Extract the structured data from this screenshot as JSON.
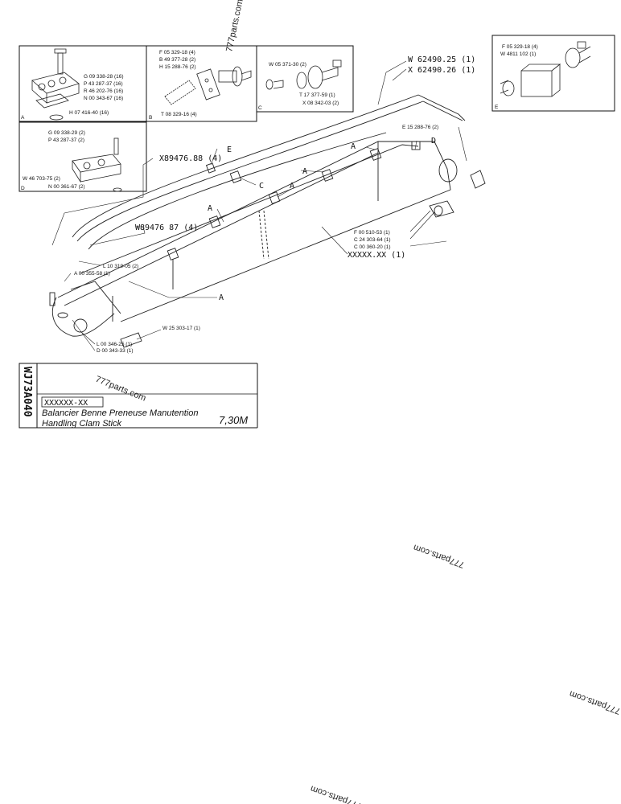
{
  "watermark": "777parts.com",
  "side_code": "WJ73A040",
  "title_block": {
    "ref": "XXXXXX-XX",
    "line_fr": "Balancier Benne Preneuse Manutention",
    "line_en": "Handling Clam Stick",
    "size": "7,30M"
  },
  "callouts": {
    "W62490": "W 62490.25 (1)",
    "X62490": "X 62490.26 (1)",
    "E15288top": "E 15 288-76 (2)",
    "X89476": "X89476.88 (4)",
    "W89476": "W89476 87 (4)",
    "F00510": "F 00 510-53 (1)",
    "C24303": "C 24 303-64 (1)",
    "C00360": "C 00 360-20 (1)",
    "XXXXX": "XXXXX.XX (1)",
    "L10319": "L 10 319-05 (2)",
    "A00355": "A 00 355-58 (1)",
    "W25303": "W 25 303-17 (1)",
    "L00346": "L 00 346-25 (1)",
    "D00343": "D 00 343-33 (1)",
    "markA": "A",
    "markB": "B",
    "markC": "C",
    "markD": "D",
    "markE": "E"
  },
  "boxA": [
    "G 09 338-28 (16)",
    "P 43 287-37 (16)",
    "R 46 202-76 (16)",
    "N 00 343-67 (16)",
    "H 07 416-40 (16)"
  ],
  "boxB": [
    "F 05 329-18 (4)",
    "B 49 377-28 (2)",
    "H 15 288-76 (2)",
    "T 08 329-16 (4)"
  ],
  "boxC": [
    "W 05 371-30 (2)",
    "T 17 377-59 (1)",
    "X 08 342-03 (2)"
  ],
  "boxD": [
    "G 09 338-29 (2)",
    "P 43 287-37 (2)",
    "W 46 703-75 (2)",
    "N 00 361-67 (2)"
  ],
  "boxE": [
    "F 05 329-18 (4)",
    "W 4811 102 (1)"
  ]
}
